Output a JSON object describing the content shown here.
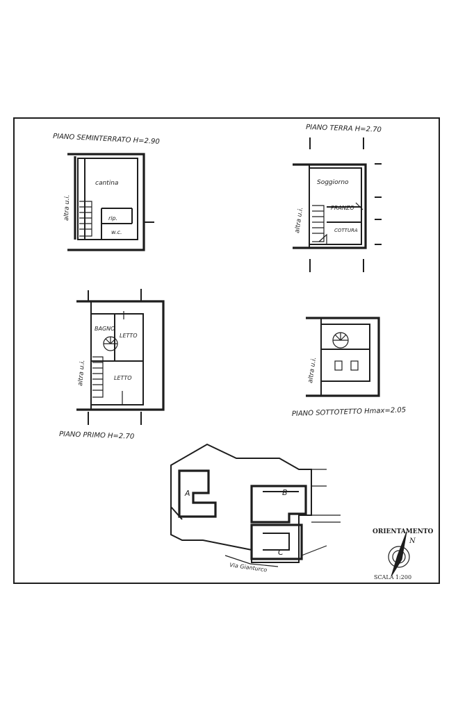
{
  "labels": {
    "piano_seminterrato": "PIANO SEMINTERRATO H=2.90",
    "piano_terra": "PIANO TERRA H=2.70",
    "piano_primo": "PIANO PRIMO H=2.70",
    "piano_sottotetto": "PIANO SOTTOTETTO Hmax=2.05",
    "cantina": "cantina",
    "rip": "rip.",
    "wc": "w.c.",
    "soggiorno": "Soggiorno",
    "pranzo": "PRANZO",
    "cottura": "COTTURA",
    "bagno": "BAGNO",
    "letto_1": "LETTO",
    "letto_2": "LETTO",
    "altra_ui_1": "altra u.i.",
    "altra_ui_2": "altra u.i.",
    "altra_ui_3": "altra u.i.",
    "altra_ui_4": "altra u.i.",
    "site_a": "A",
    "site_b": "B",
    "site_c": "C",
    "via": "Via Gianturco",
    "orientamento": "ORIENTAMENTO",
    "north": "N",
    "scala": "SCALA 1:200"
  }
}
